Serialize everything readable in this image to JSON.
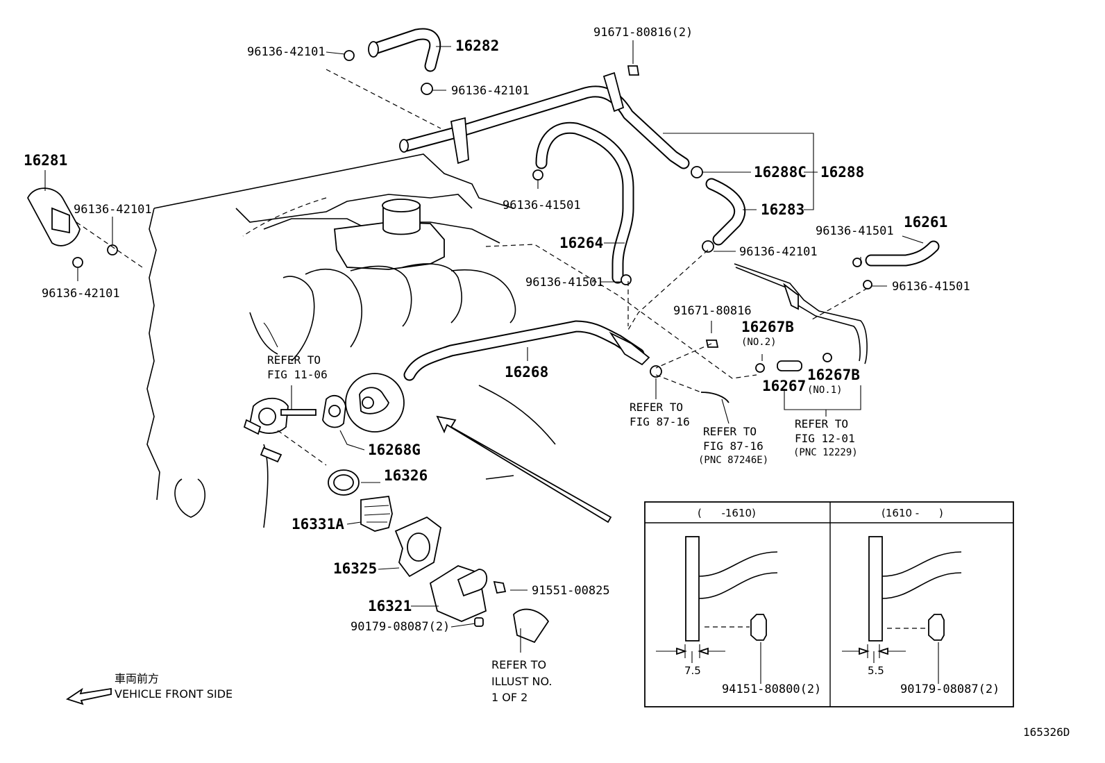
{
  "labels": {
    "p16282": "16282",
    "p16281": "16281",
    "p16288c": "16288C",
    "p16288": "16288",
    "p16283": "16283",
    "p16264": "16264",
    "p16261": "16261",
    "p16268": "16268",
    "p16267b_1": "16267B",
    "p16267b_2": "16267B",
    "p16267": "16267",
    "p16268g": "16268G",
    "p16326": "16326",
    "p16331a": "16331A",
    "p16325": "16325",
    "p16321": "16321",
    "c96136_42101_a": "96136-42101",
    "c96136_42101_b": "96136-42101",
    "c96136_42101_c": "96136-42101",
    "c96136_42101_d": "96136-42101",
    "c96136_42101_e": "96136-42101",
    "c96136_41501_a": "96136-41501",
    "c96136_41501_b": "96136-41501",
    "c96136_41501_c": "96136-41501",
    "c96136_41501_d": "96136-41501",
    "b91671_80816_2": "91671-80816(2)",
    "b91671_80816": "91671-80816",
    "b91551_00825": "91551-00825",
    "n90179_08087_2": "90179-08087(2)",
    "no2": "(NO.2)",
    "no1": "(NO.1)"
  },
  "refs": {
    "r1_a": "REFER TO",
    "r1_b": "FIG 11-06",
    "r2_a": "REFER TO",
    "r2_b": "FIG 87-16",
    "r3_a": "REFER TO",
    "r3_b": "FIG 87-16",
    "r3_c": "(PNC 87246E)",
    "r4_a": "REFER TO",
    "r4_b": "FIG 12-01",
    "r4_c": "(PNC 12229)",
    "r5_a": "REFER TO",
    "r5_b": "ILLUST NO.",
    "r5_c": "1 OF 2"
  },
  "front_note": {
    "jp": "車両前方",
    "en": "VEHICLE FRONT SIDE"
  },
  "inset": {
    "left_header": "(      -1610)",
    "right_header": "(1610 -      )",
    "left_dim": "7.5",
    "right_dim": "5.5",
    "left_part": "94151-80800(2)",
    "right_part": "90179-08087(2)"
  },
  "illustration_id": "165326D"
}
